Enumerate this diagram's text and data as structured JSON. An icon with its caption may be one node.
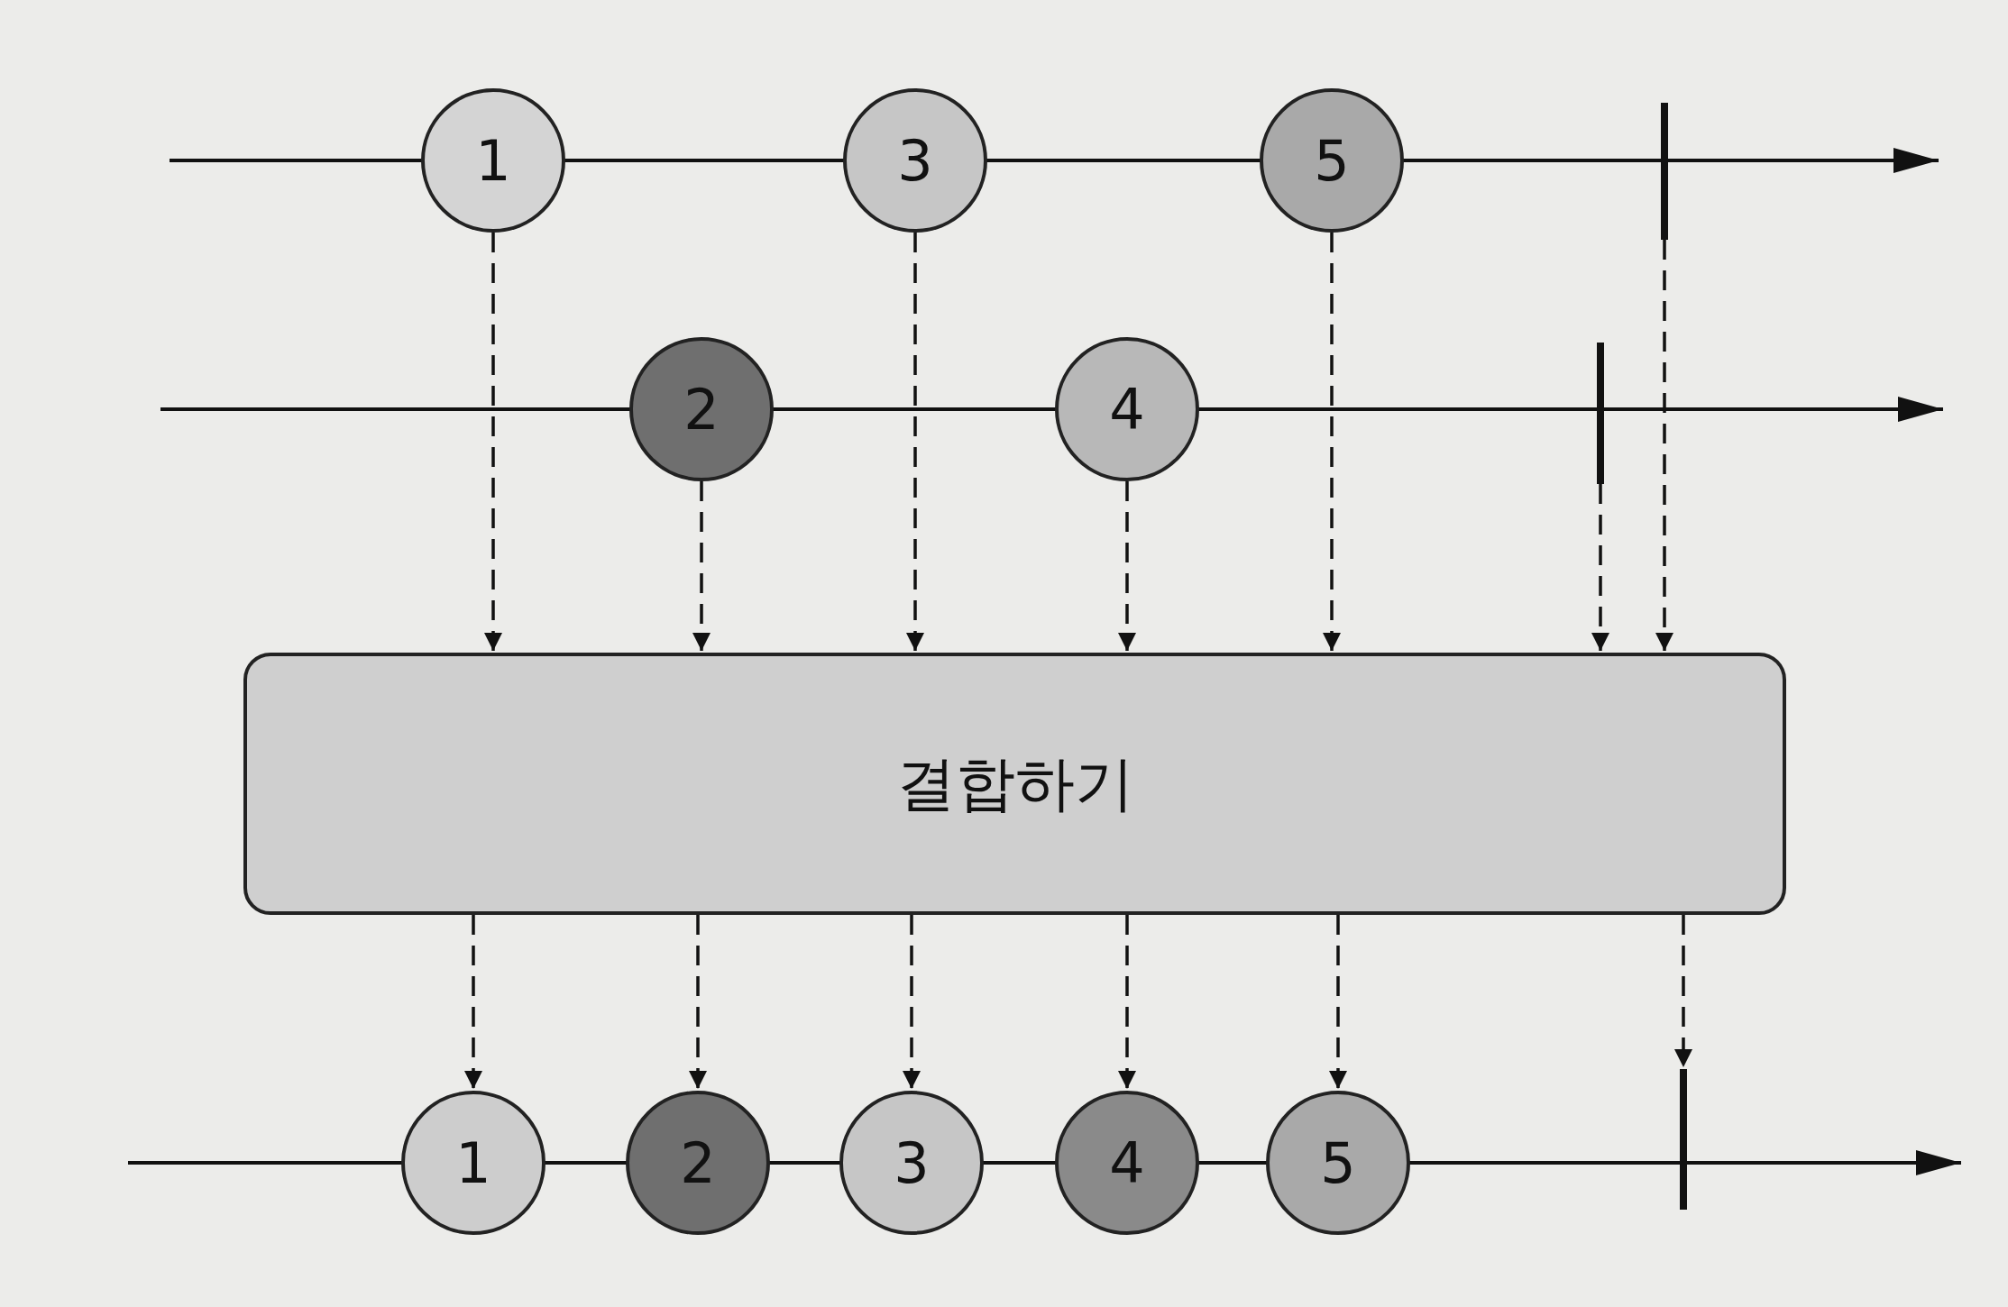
{
  "diagram": {
    "nodes": [
      {
        "text": [
          "1"
        ]
      },
      {
        "text": [
          "3"
        ]
      },
      {
        "text": [
          "5"
        ]
      },
      {
        "text": [],
        "shape": "bar"
      },
      {
        "text": [
          "2"
        ]
      },
      {
        "text": [
          "4"
        ]
      },
      {
        "text": [],
        "shape": "bar"
      },
      {
        "text": [
          "결합하기"
        ]
      },
      {
        "text": [
          "1"
        ]
      },
      {
        "text": [
          "2"
        ]
      },
      {
        "text": [
          "3"
        ]
      },
      {
        "text": [
          "4"
        ]
      },
      {
        "text": [
          "5"
        ]
      },
      {
        "text": [],
        "shape": "bar"
      }
    ],
    "edges": [
      {
        "from": 0,
        "to": 7,
        "arrow": "to",
        "style": "dashed"
      },
      {
        "from": 4,
        "to": 7,
        "arrow": "to",
        "style": "dashed"
      },
      {
        "from": 1,
        "to": 7,
        "arrow": "to",
        "style": "dashed"
      },
      {
        "from": 5,
        "to": 7,
        "arrow": "to",
        "style": "dashed"
      },
      {
        "from": 2,
        "to": 7,
        "arrow": "to",
        "style": "dashed"
      },
      {
        "from": 6,
        "to": 7,
        "arrow": "to",
        "style": "dashed"
      },
      {
        "from": 3,
        "to": 7,
        "arrow": "to",
        "style": "dashed"
      },
      {
        "from": 7,
        "to": 8,
        "arrow": "to",
        "style": "dashed"
      },
      {
        "from": 7,
        "to": 9,
        "arrow": "to",
        "style": "dashed"
      },
      {
        "from": 7,
        "to": 10,
        "arrow": "to",
        "style": "dashed"
      },
      {
        "from": 7,
        "to": 11,
        "arrow": "to",
        "style": "dashed"
      },
      {
        "from": 7,
        "to": 12,
        "arrow": "to",
        "style": "dashed"
      },
      {
        "from": 7,
        "to": 13,
        "arrow": "to",
        "style": "dashed"
      }
    ]
  }
}
